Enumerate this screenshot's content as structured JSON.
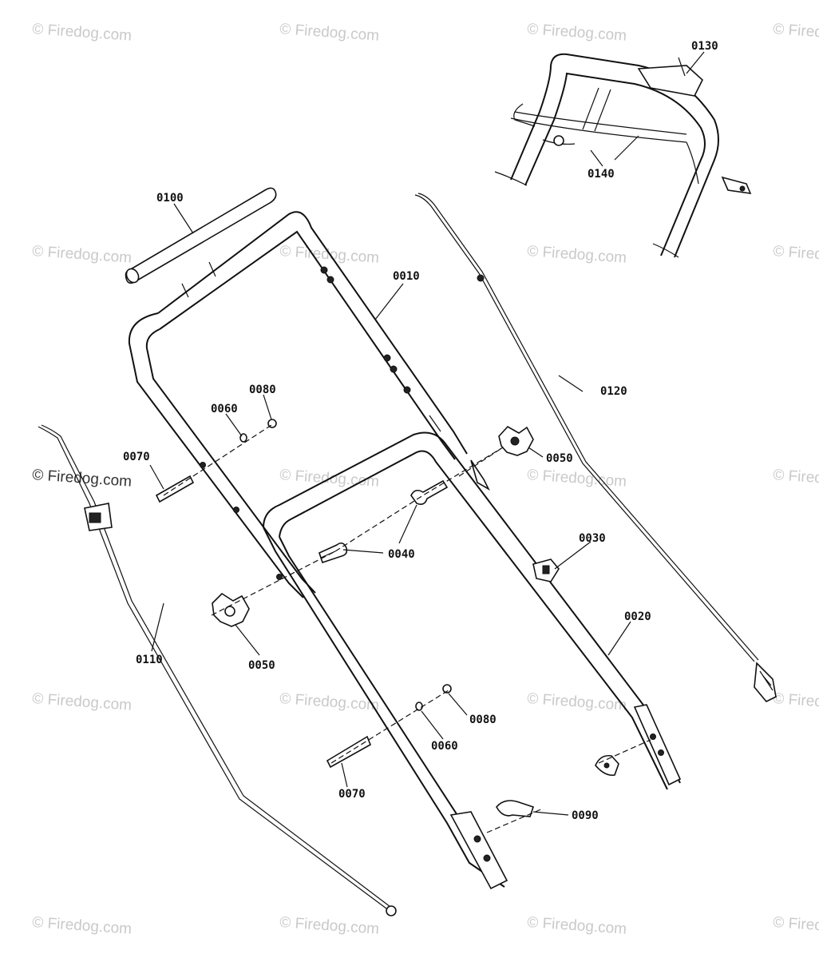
{
  "watermark": {
    "text": "© Firedog.com",
    "color": "#c9c9c9"
  },
  "callouts": {
    "p0010": "0010",
    "p0020": "0020",
    "p0030": "0030",
    "p0040": "0040",
    "p0050a": "0050",
    "p0050b": "0050",
    "p0060a": "0060",
    "p0060b": "0060",
    "p0070a": "0070",
    "p0070b": "0070",
    "p0080a": "0080",
    "p0080b": "0080",
    "p0090": "0090",
    "p0100": "0100",
    "p0110": "0110",
    "p0120": "0120",
    "p0130": "0130",
    "p0140": "0140"
  }
}
